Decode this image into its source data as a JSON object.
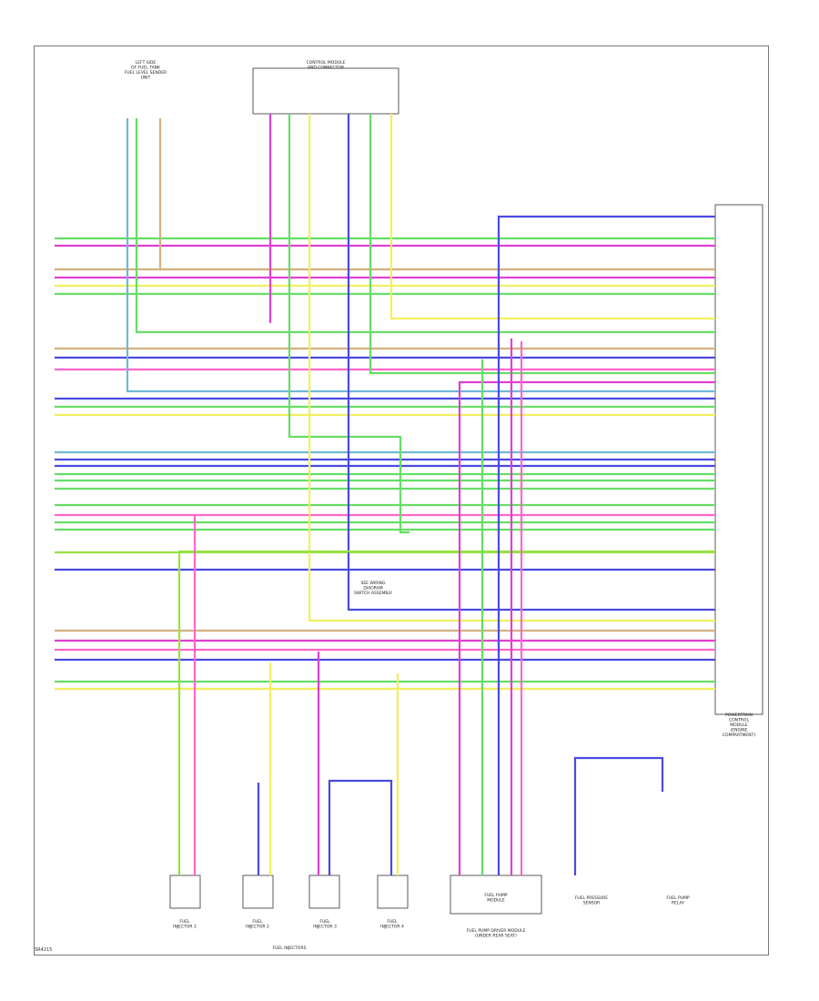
{
  "labels": {
    "fuel_sender_top": "LEFT SIDE\nOF FUEL TANK\nFUEL LEVEL SENDER\nUNIT",
    "connector_top": "CONTROL MODULE\nAND CONNECTOR",
    "switch_assy": "SEE WIRING\nDIAGRAM\nSWITCH ASSEMBLY",
    "pcm_right": "POWERTRAIN\nCONTROL\nMODULE\n(ENGINE\nCOMPARTMENT)",
    "fuel_pressure_sensor": "FUEL PRESSURE\nSENSOR",
    "fuel_pump": "FUEL PUMP\nMODULE",
    "bottom_module": "FUEL PUMP DRIVER MODULE\n(UNDER REAR SEAT)",
    "fuel_injectors": "FUEL INJECTORS",
    "relay": "FUEL PUMP\nRELAY",
    "injectors": [
      "FUEL\nINJECTOR 1",
      "FUEL\nINJECTOR 2",
      "FUEL\nINJECTOR 3",
      "FUEL\nINJECTOR 4"
    ],
    "footer": "SR4215"
  },
  "colors": {
    "green": "#66dd66",
    "magenta": "#e040d0",
    "yellow": "#f0f060",
    "blue": "#4a4ae0",
    "tan": "#d4b080",
    "lightblue": "#70b8d8",
    "pink": "#ff66cc",
    "lime": "#99e044"
  }
}
